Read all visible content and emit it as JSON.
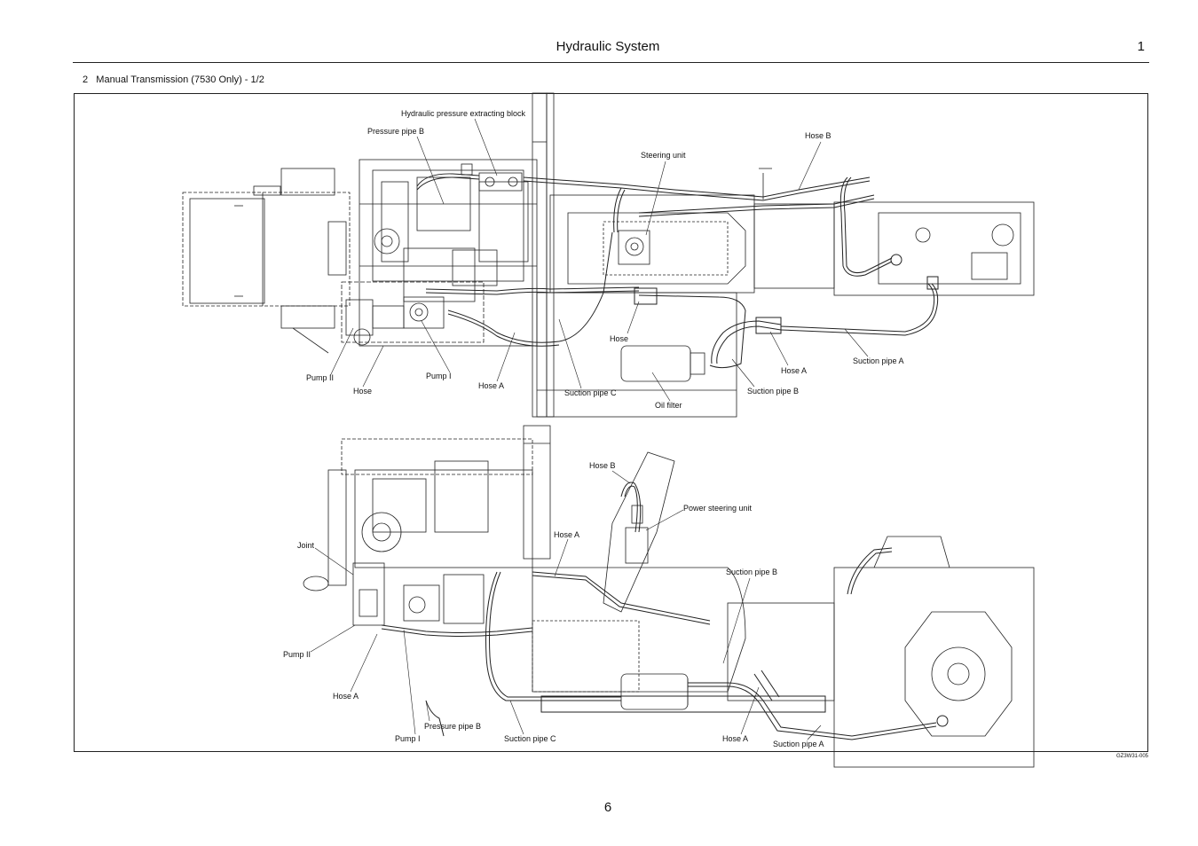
{
  "header": {
    "title": "Hydraulic System",
    "chapter": "1"
  },
  "section": {
    "number": "2",
    "title": "Manual Transmission (7530 Only) - 1/2"
  },
  "figure_code": "GZ3W31-005",
  "page_number": "6",
  "upper_labels": {
    "hydraulic_block": "Hydraulic pressure extracting block",
    "pressure_pipe_b": "Pressure pipe B",
    "hose_b": "Hose B",
    "steering_unit": "Steering unit",
    "hose_mid": "Hose",
    "hose_a_right": "Hose A",
    "suction_pipe_a": "Suction pipe A",
    "pump_ii": "Pump II",
    "hose_left": "Hose",
    "pump_i": "Pump I",
    "hose_a_left": "Hose A",
    "suction_pipe_c": "Suction pipe C",
    "oil_filter": "Oil filter",
    "suction_pipe_b": "Suction pipe B"
  },
  "lower_labels": {
    "hose_b": "Hose B",
    "power_steering_unit": "Power steering unit",
    "hose_a_top": "Hose A",
    "joint": "Joint",
    "suction_pipe_b": "Suction pipe B",
    "pump_ii": "Pump II",
    "hose_a_left": "Hose A",
    "pressure_pipe_b": "Pressure pipe B",
    "pump_i": "Pump I",
    "suction_pipe_c": "Suction pipe C",
    "hose_a_bottom": "Hose A",
    "suction_pipe_a": "Suction pipe A"
  }
}
